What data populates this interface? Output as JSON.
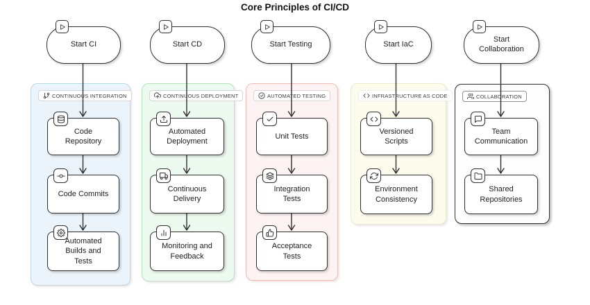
{
  "title": "Core Principles of CI/CD",
  "columns": [
    {
      "start_label": "Start CI",
      "group": {
        "label": "CONTINUOUS INTEGRATION",
        "icon": "git-branch-icon",
        "fill": "#ebf4fa",
        "border": "#b9d8e6"
      },
      "nodes": [
        {
          "label": "Code\nRepository",
          "icon": "database-icon"
        },
        {
          "label": "Code Commits",
          "icon": "git-commit-icon"
        },
        {
          "label": "Automated\nBuilds and\nTests",
          "icon": "gear-icon"
        }
      ]
    },
    {
      "start_label": "Start CD",
      "group": {
        "label": "CONTINUOUS DEPLOYMENT",
        "icon": "cloud-upload-icon",
        "fill": "#edfaef",
        "border": "#b7e4bc"
      },
      "nodes": [
        {
          "label": "Automated\nDeployment",
          "icon": "upload-icon"
        },
        {
          "label": "Continuous\nDelivery",
          "icon": "truck-icon"
        },
        {
          "label": "Monitoring and\nFeedback",
          "icon": "bar-chart-icon"
        }
      ]
    },
    {
      "start_label": "Start Testing",
      "group": {
        "label": "AUTOMATED TESTING",
        "icon": "check-circle-icon",
        "fill": "#fdf3f2",
        "border": "#f2bdb9"
      },
      "nodes": [
        {
          "label": "Unit Tests",
          "icon": "check-icon"
        },
        {
          "label": "Integration\nTests",
          "icon": "layers-icon"
        },
        {
          "label": "Acceptance\nTests",
          "icon": "thumbs-up-icon"
        }
      ]
    },
    {
      "start_label": "Start IaC",
      "group": {
        "label": "INFRASTRUCTURE AS CODE",
        "icon": "code-icon",
        "fill": "#fdfbec",
        "border": "#efe9cc"
      },
      "nodes": [
        {
          "label": "Versioned\nScripts",
          "icon": "code-icon"
        },
        {
          "label": "Environment\nConsistency",
          "icon": "sync-icon"
        }
      ]
    },
    {
      "start_label": "Start\nCollaboration",
      "group": {
        "label": "COLLABORATION",
        "icon": "users-icon",
        "fill": "#fdfdfd",
        "border": "#2f2f2f"
      },
      "nodes": [
        {
          "label": "Team\nCommunication",
          "icon": "chat-bubble-icon"
        },
        {
          "label": "Shared\nRepositories",
          "icon": "folder-icon"
        }
      ]
    }
  ]
}
